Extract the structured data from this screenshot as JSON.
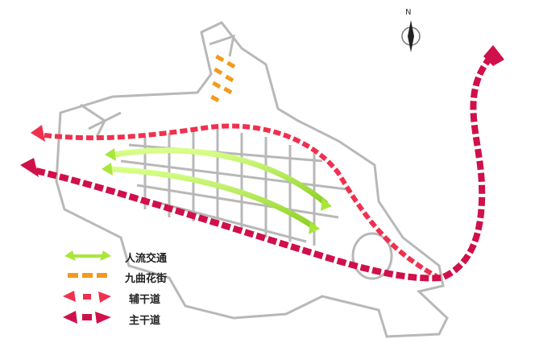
{
  "north_label": "N",
  "legend": [
    {
      "label": "人流交通",
      "color": "#a8e63c",
      "style": "double-arrow"
    },
    {
      "label": "九曲花街",
      "color": "#f39a1e",
      "style": "dashes"
    },
    {
      "label": "辅干道",
      "color": "#f0304f",
      "style": "dashed-arrow"
    },
    {
      "label": "主干道",
      "color": "#d0104a",
      "style": "dashed-arrow"
    }
  ],
  "colors": {
    "buildings": "#b5b5b5",
    "main_road": "#d0104a",
    "secondary_road": "#f0304f",
    "pedestrian": "#a8e63c",
    "flower_street": "#f39a1e"
  }
}
